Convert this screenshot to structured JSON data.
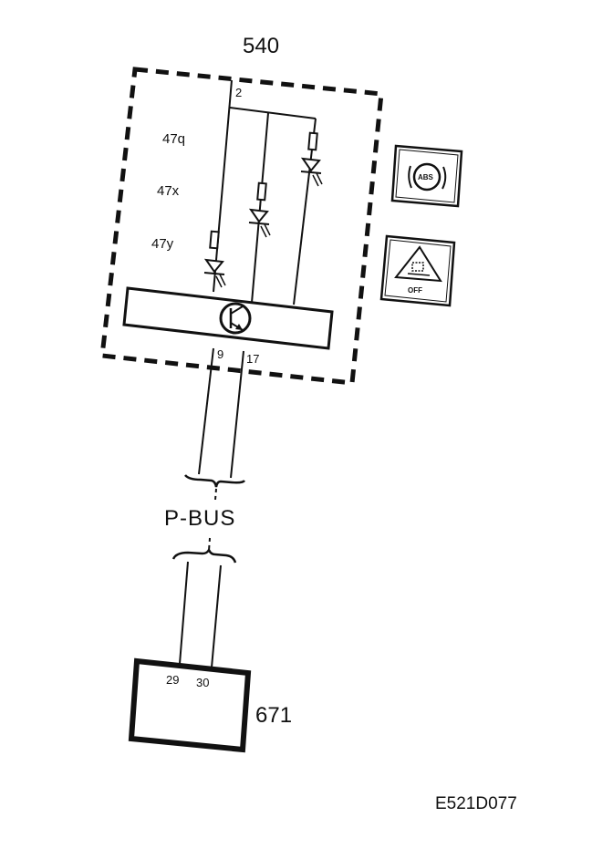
{
  "modules": {
    "brake_module": {
      "number": "540"
    },
    "main_unit": {
      "number": "671"
    }
  },
  "circuits": {
    "bulb_top": "47q",
    "bulb_mid": "47x",
    "bulb_low": "47y"
  },
  "pins": {
    "supply": "2",
    "bus_a": "9",
    "bus_b": "17",
    "main_a": "29",
    "main_b": "30"
  },
  "bus": {
    "label": "P-BUS"
  },
  "indicators": {
    "abs": {
      "icon": "abs-warning-icon",
      "label": "ABS"
    },
    "traction": {
      "icon": "traction-control-off-icon",
      "label": "OFF"
    }
  },
  "drawing_code": "E521D077"
}
